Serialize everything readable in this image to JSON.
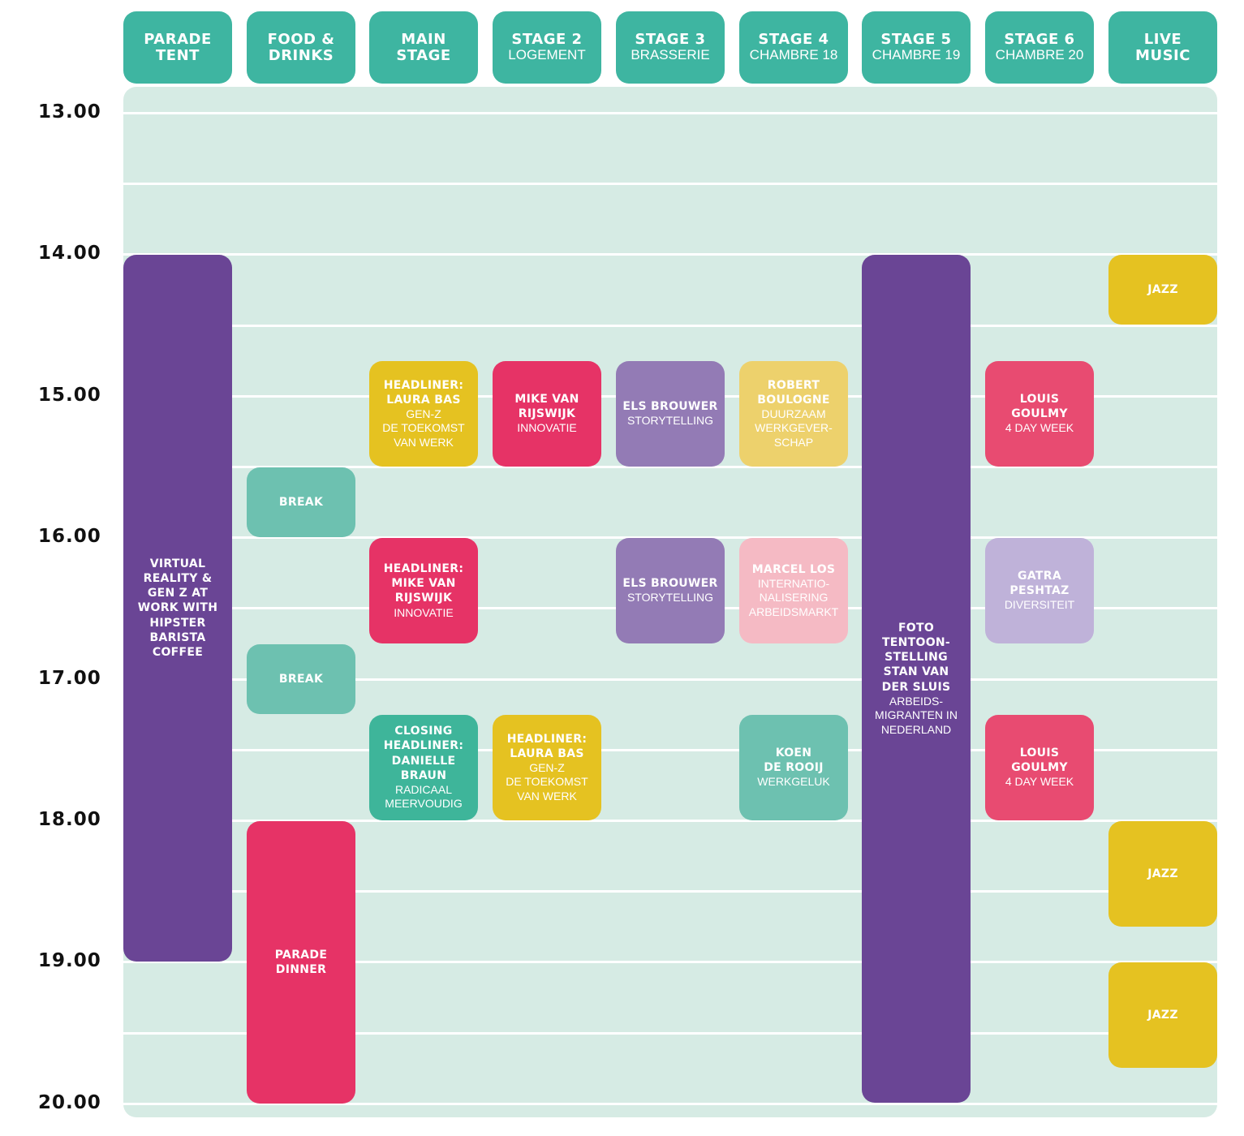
{
  "columns": [
    {
      "title": "PARADE\nTENT",
      "subtitle": ""
    },
    {
      "title": "FOOD &\nDRINKS",
      "subtitle": ""
    },
    {
      "title": "MAIN\nSTAGE",
      "subtitle": ""
    },
    {
      "title": "STAGE 2",
      "subtitle": "LOGEMENT"
    },
    {
      "title": "STAGE 3",
      "subtitle": "BRASSERIE"
    },
    {
      "title": "STAGE 4",
      "subtitle": "CHAMBRE 18"
    },
    {
      "title": "STAGE 5",
      "subtitle": "CHAMBRE 19"
    },
    {
      "title": "STAGE 6",
      "subtitle": "CHAMBRE 20"
    },
    {
      "title": "LIVE\nMUSIC",
      "subtitle": ""
    }
  ],
  "times": [
    "13.00",
    "14.00",
    "15.00",
    "16.00",
    "17.00",
    "18.00",
    "19.00",
    "20.00"
  ],
  "events": [
    {
      "column": 0,
      "start": "14.00",
      "end": "19.00",
      "title": "VIRTUAL\nREALITY &\nGEN Z AT\nWORK WITH\nHIPSTER\nBARISTA\nCOFFEE",
      "subtitle": "",
      "color": "#6a4595"
    },
    {
      "column": 1,
      "start": "15.30",
      "end": "16.00",
      "title": "BREAK",
      "subtitle": "",
      "color": "#6dc1b0"
    },
    {
      "column": 1,
      "start": "16.45",
      "end": "17.15",
      "title": "BREAK",
      "subtitle": "",
      "color": "#6dc1b0"
    },
    {
      "column": 1,
      "start": "18.00",
      "end": "20.00",
      "title": "PARADE\nDINNER",
      "subtitle": "",
      "color": "#e63366"
    },
    {
      "column": 2,
      "start": "14.45",
      "end": "15.30",
      "title": "HEADLINER:\nLAURA BAS",
      "subtitle": "GEN-Z\nDE TOEKOMST\nVAN WERK",
      "color": "#e5c221"
    },
    {
      "column": 2,
      "start": "16.00",
      "end": "16.45",
      "title": "HEADLINER:\nMIKE VAN\nRIJSWIJK",
      "subtitle": "INNOVATIE",
      "color": "#e63366"
    },
    {
      "column": 2,
      "start": "17.15",
      "end": "18.00",
      "title": "CLOSING\nHEADLINER:\nDANIELLE\nBRAUN",
      "subtitle": "RADICAAL\nMEERVOUDIG",
      "color": "#3eb59a"
    },
    {
      "column": 3,
      "start": "14.45",
      "end": "15.30",
      "title": "MIKE VAN\nRIJSWIJK",
      "subtitle": "INNOVATIE",
      "color": "#e63366"
    },
    {
      "column": 3,
      "start": "17.15",
      "end": "18.00",
      "title": "HEADLINER:\nLAURA BAS",
      "subtitle": "GEN-Z\nDE TOEKOMST\nVAN WERK",
      "color": "#e5c221"
    },
    {
      "column": 4,
      "start": "14.45",
      "end": "15.30",
      "title": "ELS BROUWER",
      "subtitle": "STORYTELLING",
      "color": "#937bb5"
    },
    {
      "column": 4,
      "start": "16.00",
      "end": "16.45",
      "title": "ELS BROUWER",
      "subtitle": "STORYTELLING",
      "color": "#937bb5"
    },
    {
      "column": 5,
      "start": "14.45",
      "end": "15.30",
      "title": "ROBERT\nBOULOGNE",
      "subtitle": "DUURZAAM\nWERKGEVER-\nSCHAP",
      "color": "#edd16c"
    },
    {
      "column": 5,
      "start": "16.00",
      "end": "16.45",
      "title": "MARCEL LOS",
      "subtitle": "INTERNATIO-\nNALISERING\nARBEIDSMARKT",
      "color": "#f5bac4"
    },
    {
      "column": 5,
      "start": "17.15",
      "end": "18.00",
      "title": "KOEN\nDE ROOIJ",
      "subtitle": "WERKGELUK",
      "color": "#6dc1b0"
    },
    {
      "column": 6,
      "start": "14.00",
      "end": "20.00",
      "title": "FOTO\nTENTOON-\nSTELLING\nSTAN VAN\nDER SLUIS",
      "subtitle": "ARBEIDS-\nMIGRANTEN IN\nNEDERLAND",
      "color": "#6a4595"
    },
    {
      "column": 7,
      "start": "14.45",
      "end": "15.30",
      "title": "LOUIS\nGOULMY",
      "subtitle": "4 DAY WEEK",
      "color": "#e84b71"
    },
    {
      "column": 7,
      "start": "16.00",
      "end": "16.45",
      "title": "GATRA\nPESHTAZ",
      "subtitle": "DIVERSITEIT",
      "color": "#bfb2d9"
    },
    {
      "column": 7,
      "start": "17.15",
      "end": "18.00",
      "title": "LOUIS\nGOULMY",
      "subtitle": "4 DAY WEEK",
      "color": "#e84b71"
    },
    {
      "column": 8,
      "start": "14.00",
      "end": "14.30",
      "title": "JAZZ",
      "subtitle": "",
      "color": "#e5c221"
    },
    {
      "column": 8,
      "start": "18.00",
      "end": "18.45",
      "title": "JAZZ",
      "subtitle": "",
      "color": "#e5c221"
    },
    {
      "column": 8,
      "start": "19.00",
      "end": "19.45",
      "title": "JAZZ",
      "subtitle": "",
      "color": "#e5c221"
    }
  ]
}
